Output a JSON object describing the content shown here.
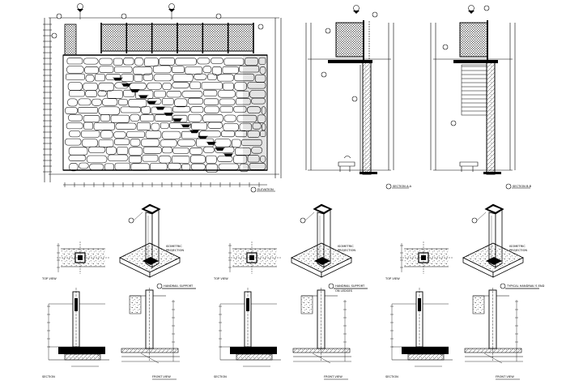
{
  "elevation": {
    "title": "ELEVATION"
  },
  "section_a": {
    "title": "SECTION A-A"
  },
  "section_b": {
    "title": "SECTION B-B"
  },
  "details": [
    {
      "iso_label_1": "ISOMETRIC",
      "iso_label_2": "PROJECTION",
      "title": "HANDRAIL SUPPORT",
      "top_view": "TOP VIEW",
      "section": "SECTION",
      "front_view": "FRONT VIEW"
    },
    {
      "iso_label_1": "ISOMETRIC",
      "iso_label_2": "PROJECTION",
      "title": "HANDRAIL SUPPORT",
      "subtitle": "ON LEDGES",
      "top_view": "TOP VIEW",
      "section": "SECTION",
      "front_view": "FRONT VIEW"
    },
    {
      "iso_label_1": "ISOMETRIC",
      "iso_label_2": "PROJECTION",
      "title": "TYPICAL HANDRAIL'S END",
      "top_view": "TOP VIEW",
      "section": "SECTION",
      "front_view": "FRONT VIEW"
    }
  ]
}
